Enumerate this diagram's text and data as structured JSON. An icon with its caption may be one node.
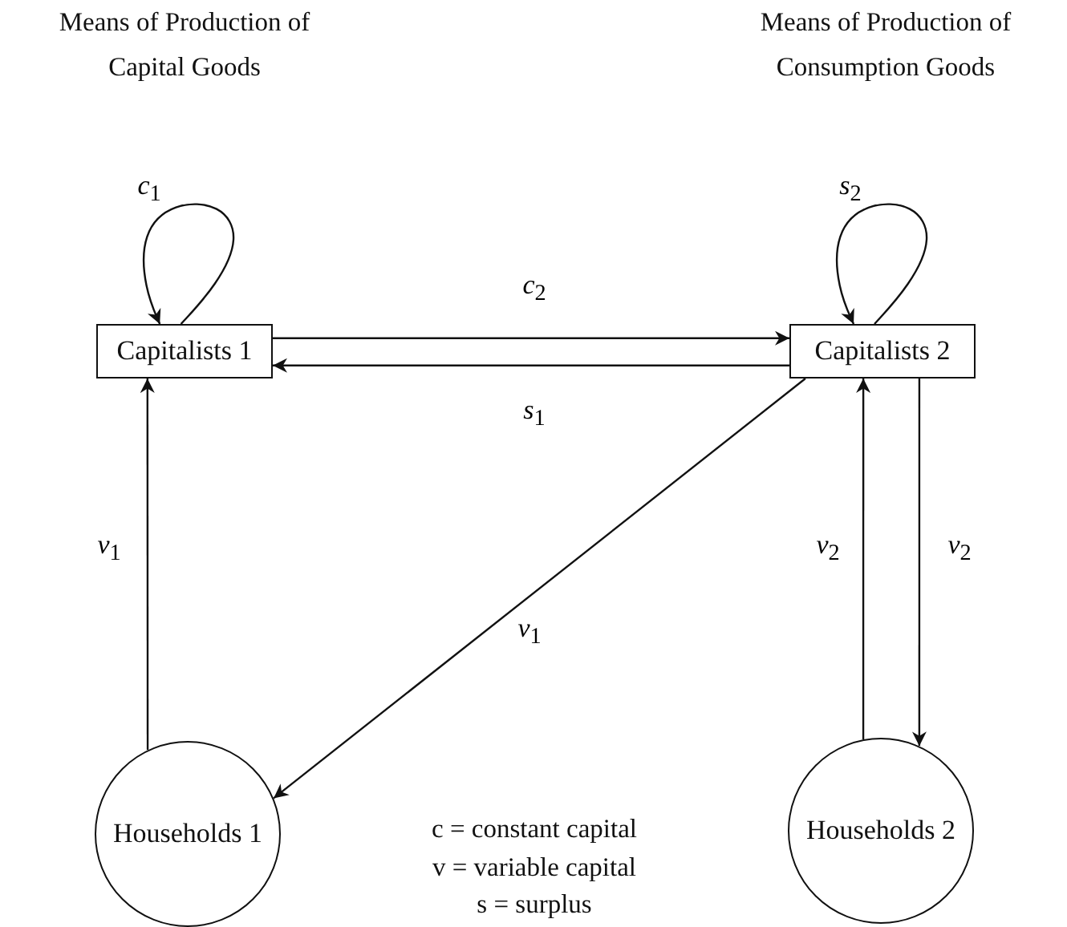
{
  "diagram": {
    "nodes": [
      {
        "text": [
          "Capitalists 1"
        ]
      },
      {
        "text": [
          "Capitalists 2"
        ]
      },
      {
        "text": [
          "Households 1"
        ]
      },
      {
        "text": [
          "Households 2"
        ]
      }
    ],
    "edges": [
      {
        "from": 0,
        "to": 0,
        "arrow": "to",
        "label": "*c*$_{1}$"
      },
      {
        "from": 1,
        "to": 1,
        "arrow": "to",
        "label": "*s*$_{2}$"
      },
      {
        "from": 0,
        "to": 1,
        "arrow": "to",
        "label": "*c*$_{2}$"
      },
      {
        "from": 1,
        "to": 0,
        "arrow": "to",
        "label": "*s*$_{1}$"
      },
      {
        "from": 2,
        "to": 0,
        "arrow": "to",
        "label": "*v*$_{1}$"
      },
      {
        "from": 1,
        "to": 2,
        "arrow": "to",
        "label": "*v*$_{1}$"
      },
      {
        "from": 3,
        "to": 1,
        "arrow": "to",
        "label": "*v*$_{2}$"
      },
      {
        "from": 1,
        "to": 3,
        "arrow": "to",
        "label": "*v*$_{2}$"
      }
    ],
    "labels": [
      "Means of Production of Capital Goods",
      "Means of Production of Consumption Goods",
      "c = constant capital",
      "v = variable capital",
      "s = surplus"
    ]
  }
}
